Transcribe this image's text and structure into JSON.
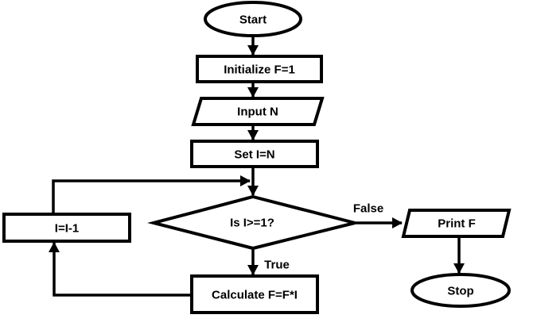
{
  "diagram_type": "flowchart",
  "colors": {
    "background": "#ffffff",
    "shape_stroke": "#000000",
    "shape_fill": "#ffffff",
    "text": "#000000"
  },
  "nodes": {
    "start": {
      "type": "terminator",
      "label": "Start"
    },
    "initialize": {
      "type": "process",
      "label": "Initialize F=1"
    },
    "input_n": {
      "type": "input-output",
      "label": "Input N"
    },
    "set_i": {
      "type": "process",
      "label": "Set I=N"
    },
    "decision": {
      "type": "decision",
      "label": "Is I>=1?"
    },
    "print_f": {
      "type": "input-output",
      "label": "Print F"
    },
    "stop": {
      "type": "terminator",
      "label": "Stop"
    },
    "decrement": {
      "type": "process",
      "label": "I=I-1"
    },
    "calculate": {
      "type": "process",
      "label": "Calculate F=F*I"
    }
  },
  "edges": [
    {
      "from": "start",
      "to": "initialize",
      "label": ""
    },
    {
      "from": "initialize",
      "to": "input_n",
      "label": ""
    },
    {
      "from": "input_n",
      "to": "set_i",
      "label": ""
    },
    {
      "from": "set_i",
      "to": "decision",
      "label": ""
    },
    {
      "from": "decision",
      "to": "print_f",
      "label": "False"
    },
    {
      "from": "decision",
      "to": "calculate",
      "label": "True"
    },
    {
      "from": "print_f",
      "to": "stop",
      "label": ""
    },
    {
      "from": "calculate",
      "to": "decrement",
      "label": ""
    },
    {
      "from": "decrement",
      "to": "decision",
      "label": ""
    }
  ]
}
